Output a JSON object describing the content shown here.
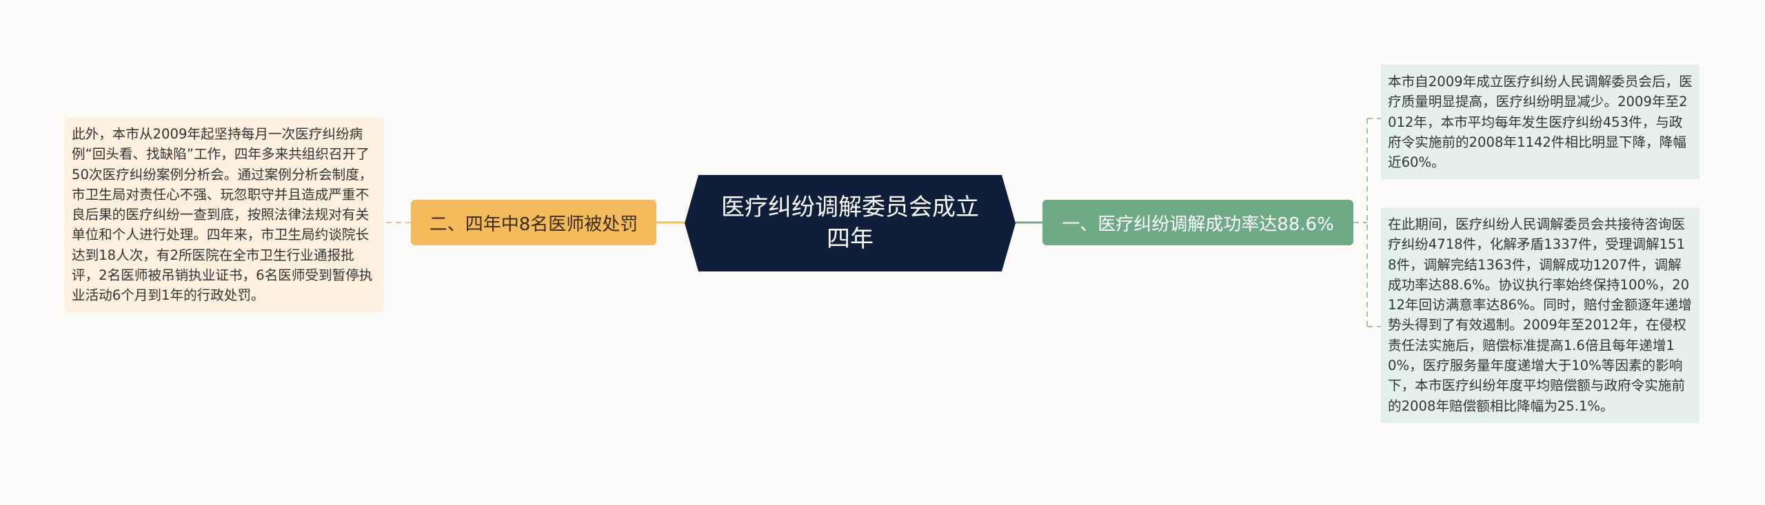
{
  "center": {
    "title": "医疗纠纷调解委员会成立四年"
  },
  "branches": [
    {
      "label": "二、四年中8名医师被处罚",
      "color": "#f4bb5d"
    },
    {
      "label": "一、医疗纠纷调解成功率达88.6%",
      "color": "#6daa85"
    }
  ],
  "leaves": {
    "left": "此外，本市从2009年起坚持每月一次医疗纠纷病例“回头看、找缺陷”工作，四年多来共组织召开了50次医疗纠纷案例分析会。通过案例分析会制度，市卫生局对责任心不强、玩忽职守并且造成严重不良后果的医疗纠纷一查到底，按照法律法规对有关单位和个人进行处理。四年来，市卫生局约谈院长达到18人次，有2所医院在全市卫生行业通报批评，2名医师被吊销执业证书，6名医师受到暂停执业活动6个月到1年的行政处罚。",
    "right_1": "本市自2009年成立医疗纠纷人民调解委员会后，医疗质量明显提高，医疗纠纷明显减少。2009年至2012年，本市平均每年发生医疗纠纷453件，与政府令实施前的2008年1142件相比明显下降，降幅近60%。",
    "right_2": "在此期间，医疗纠纷人民调解委员会共接待咨询医疗纠纷4718件，化解矛盾1337件，受理调解1518件，调解完结1363件，调解成功1207件，调解成功率达88.6%。协议执行率始终保持100%，2012年回访满意率达86%。同时，赔付金额逐年递增势头得到了有效遏制。2009年至2012年，在侵权责任法实施后，赔偿标准提高1.6倍且每年递增10%，医疗服务量年度递增大于10%等因素的影响下，本市医疗纠纷年度平均赔偿额与政府令实施前的2008年赔偿额相比降幅为25.1%。"
  }
}
